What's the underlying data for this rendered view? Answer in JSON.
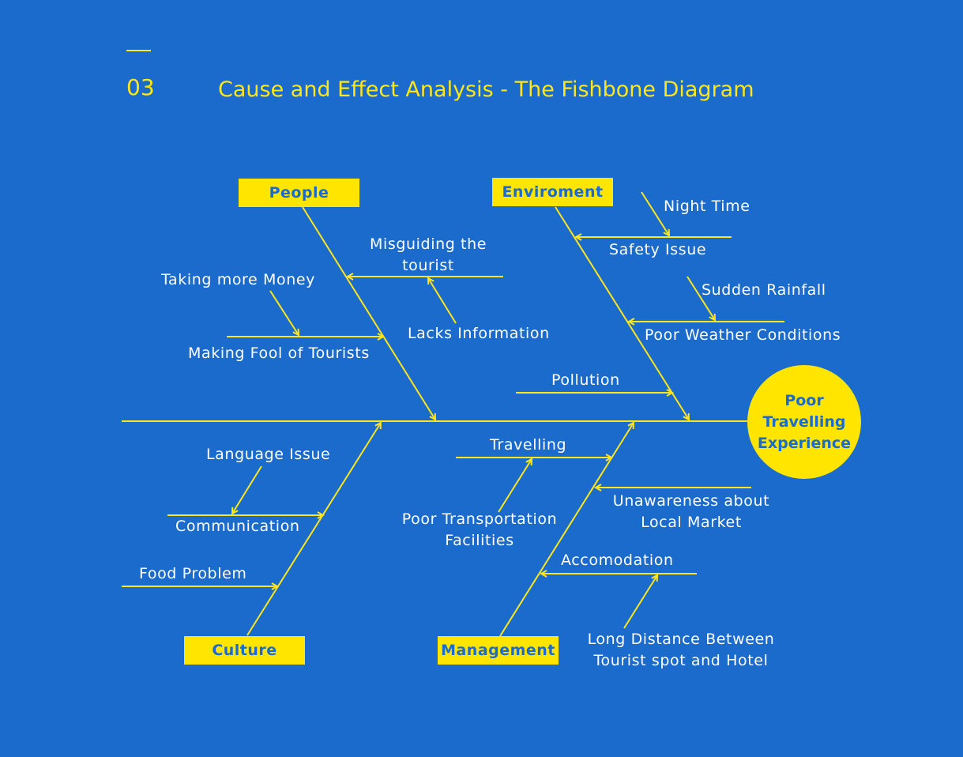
{
  "header": {
    "number": "03",
    "title": "Cause and Effect Analysis - The Fishbone Diagram"
  },
  "colors": {
    "background": "#1a6bcc",
    "accent": "#ffe500",
    "text": "#ffffff"
  },
  "effect": {
    "line1": "Poor",
    "line2": "Travelling",
    "line3": "Experience"
  },
  "categories": {
    "people": "People",
    "environment": "Enviroment",
    "culture": "Culture",
    "management": "Management"
  },
  "causes": {
    "misguiding_1": "Misguiding the",
    "misguiding_2": "tourist",
    "taking_money": "Taking more Money",
    "lacks_information": "Lacks Information",
    "making_fool": "Making Fool of Tourists",
    "night_time": "Night Time",
    "safety_issue": "Safety Issue",
    "sudden_rainfall": "Sudden Rainfall",
    "poor_weather": "Poor Weather Conditions",
    "pollution": "Pollution",
    "language_issue": "Language Issue",
    "communication": "Communication",
    "food_problem": "Food Problem",
    "travelling": "Travelling",
    "poor_transport_1": "Poor Transportation",
    "poor_transport_2": "Facilities",
    "unawareness_1": "Unawareness about",
    "unawareness_2": "Local Market",
    "accomodation": "Accomodation",
    "long_distance_1": "Long Distance Between",
    "long_distance_2": "Tourist spot and Hotel"
  }
}
